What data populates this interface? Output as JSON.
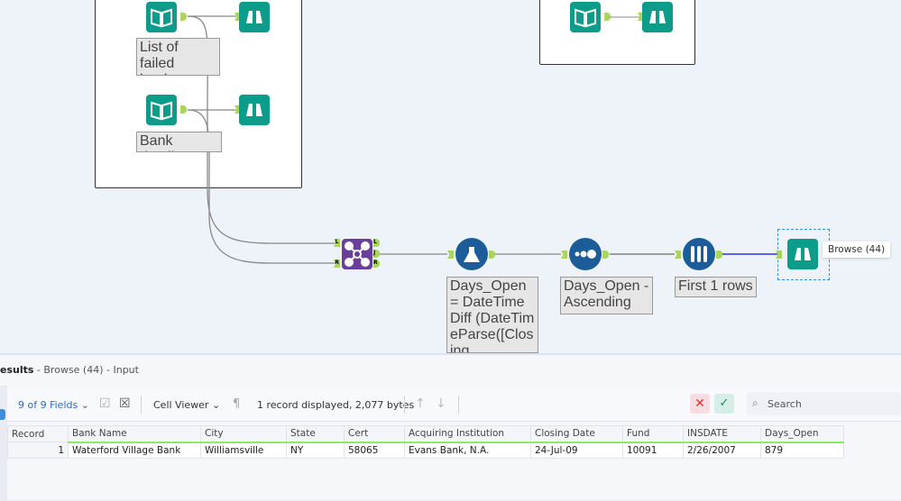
{
  "canvas": {
    "annotations": {
      "list_failed": "List of failed banks",
      "bank_details": "Bank details",
      "formula": "Days_Open = DateTimeDiff (DateTimeParse([Closing",
      "sort": "Days_Open - Ascending",
      "sample": "First 1 rows"
    },
    "join_anchors": {
      "left": "L",
      "right": "R",
      "out_left": "L",
      "out_join": "J",
      "out_right": "R"
    },
    "tooltip": "Browse (44)"
  },
  "results": {
    "title": "esults",
    "subtitle": " - Browse (44) - Input",
    "toolbar": {
      "fields": "9 of 9 Fields",
      "cell_viewer": "Cell Viewer",
      "status": "1 record displayed, 2,077 bytes",
      "search_placeholder": "Search"
    },
    "columns": [
      "Record",
      "Bank Name",
      "City",
      "State",
      "Cert",
      "Acquiring Institution",
      "Closing Date",
      "Fund",
      "INSDATE",
      "Days_Open"
    ],
    "rows": [
      [
        "1",
        "Waterford Village Bank",
        "Williamsville",
        "NY",
        "58065",
        "Evans Bank, N.A.",
        "24-Jul-09",
        "10091",
        "2/26/2007",
        "879"
      ]
    ]
  },
  "colors": {
    "accent": "#0e9c8a",
    "join": "#6a3f9b",
    "blue": "#1c5d99",
    "anchor": "#a8d65a"
  }
}
